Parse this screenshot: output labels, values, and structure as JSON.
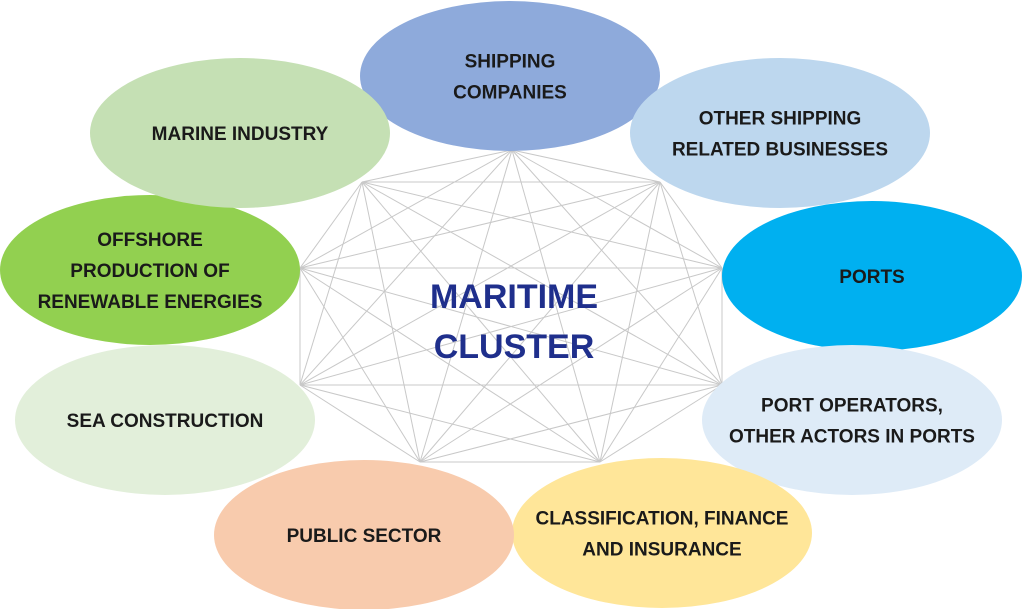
{
  "center": {
    "lines": [
      "MARITIME",
      "CLUSTER"
    ],
    "color": "#1f2f8c"
  },
  "nodes": [
    {
      "id": "shipping-companies",
      "lines": [
        "SHIPPING",
        "COMPANIES"
      ],
      "color": "#8eaadb"
    },
    {
      "id": "other-shipping-related-businesses",
      "lines": [
        "OTHER SHIPPING",
        "RELATED BUSINESSES"
      ],
      "color": "#bdd7ee"
    },
    {
      "id": "ports",
      "lines": [
        "PORTS"
      ],
      "color": "#00b0f0"
    },
    {
      "id": "port-operators",
      "lines": [
        "PORT OPERATORS,",
        "OTHER ACTORS IN PORTS"
      ],
      "color": "#deebf7"
    },
    {
      "id": "classification-finance-insurance",
      "lines": [
        "CLASSIFICATION, FINANCE",
        "AND INSURANCE"
      ],
      "color": "#ffe699"
    },
    {
      "id": "public-sector",
      "lines": [
        "PUBLIC SECTOR"
      ],
      "color": "#f8cbad"
    },
    {
      "id": "sea-construction",
      "lines": [
        "SEA CONSTRUCTION"
      ],
      "color": "#e2efda"
    },
    {
      "id": "offshore-renewable-energies",
      "lines": [
        "OFFSHORE",
        "PRODUCTION OF",
        "RENEWABLE ENERGIES"
      ],
      "color": "#92d050"
    },
    {
      "id": "marine-industry",
      "lines": [
        "MARINE INDUSTRY"
      ],
      "color": "#c5e0b4"
    }
  ]
}
